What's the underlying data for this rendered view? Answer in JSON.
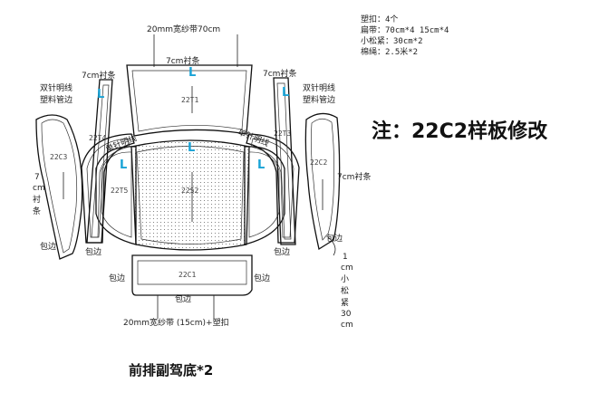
{
  "spec": {
    "lines": [
      "塑扣：4个",
      "扁带：70cm*4  15cm*4",
      "小松紧：30cm*2",
      "棉绳：2.5米*2"
    ]
  },
  "note": "注：22C2样板修改",
  "title": "前排副驾底*2",
  "labels": {
    "top_strap": "20mm宽纱带70cm",
    "lining_7cm": "7cm衬条",
    "lining_7cm_left": "7cm衬条",
    "lining_7cm_right": "7cm衬条",
    "lining_7cm_c2": "7cm衬条",
    "stitch_left": "双针明线",
    "plastic_left": "塑料管边",
    "stitch_right": "双针明线",
    "plastic_right": "塑料管边",
    "seam_left": "单针明线",
    "seam_right": "单针明线",
    "lining_vertical": [
      "7",
      "cm",
      "衬",
      "条"
    ],
    "elastic_vertical": [
      "1",
      "cm",
      "小",
      "松",
      "紧",
      "30",
      "cm"
    ],
    "binding": "包边",
    "bottom_strap": "20mm宽纱带 (15cm)+塑扣",
    "mark_l": "L"
  },
  "pieces": {
    "t1": "22T1",
    "t3": "22T3",
    "t4": "22T4",
    "t5": "22T5",
    "s2": "22S2",
    "c1": "22C1",
    "c2": "22C2",
    "c3": "22C3"
  }
}
